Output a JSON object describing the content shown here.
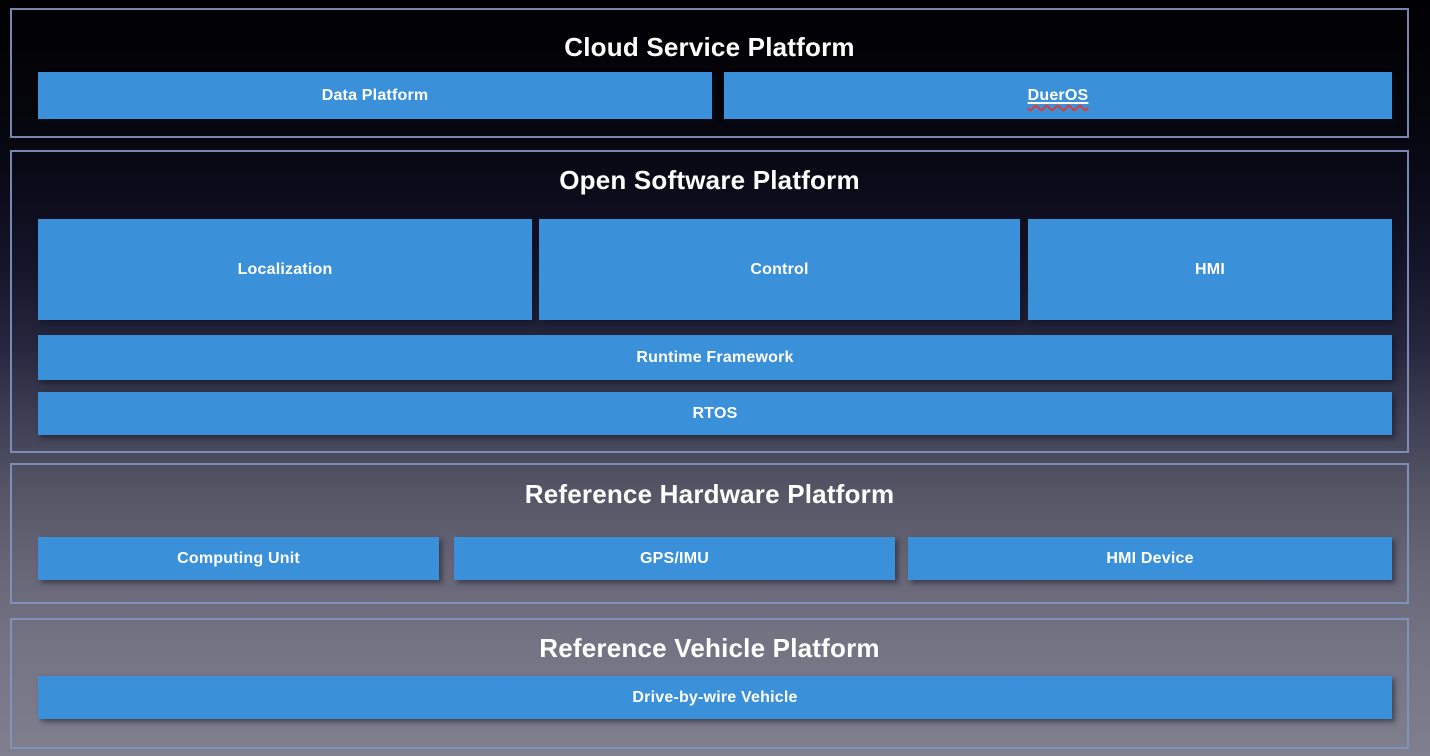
{
  "diagram": {
    "sections": [
      {
        "title": "Cloud Service Platform",
        "boxes": [
          {
            "label": "Data Platform"
          },
          {
            "label": "DuerOS",
            "note": "shown with spellcheck red wavy underline and solid underline"
          }
        ]
      },
      {
        "title": "Open Software Platform",
        "boxes": [
          {
            "label": "Localization"
          },
          {
            "label": "Control"
          },
          {
            "label": "HMI"
          },
          {
            "label": "Runtime Framework"
          },
          {
            "label": "RTOS"
          }
        ]
      },
      {
        "title": "Reference Hardware Platform",
        "boxes": [
          {
            "label": "Computing Unit"
          },
          {
            "label": "GPS/IMU"
          },
          {
            "label": "HMI Device"
          }
        ]
      },
      {
        "title": "Reference Vehicle Platform",
        "boxes": [
          {
            "label": "Drive-by-wire Vehicle"
          }
        ]
      }
    ],
    "colors": {
      "box_blue": "#3a90d9",
      "section_border": "#8395bf",
      "title_text": "#ffffff",
      "box_text": "#ffffff",
      "spellcheck_underline": "#e03a2f",
      "background_top": "#010103",
      "background_bottom": "#7f7f8e"
    }
  }
}
